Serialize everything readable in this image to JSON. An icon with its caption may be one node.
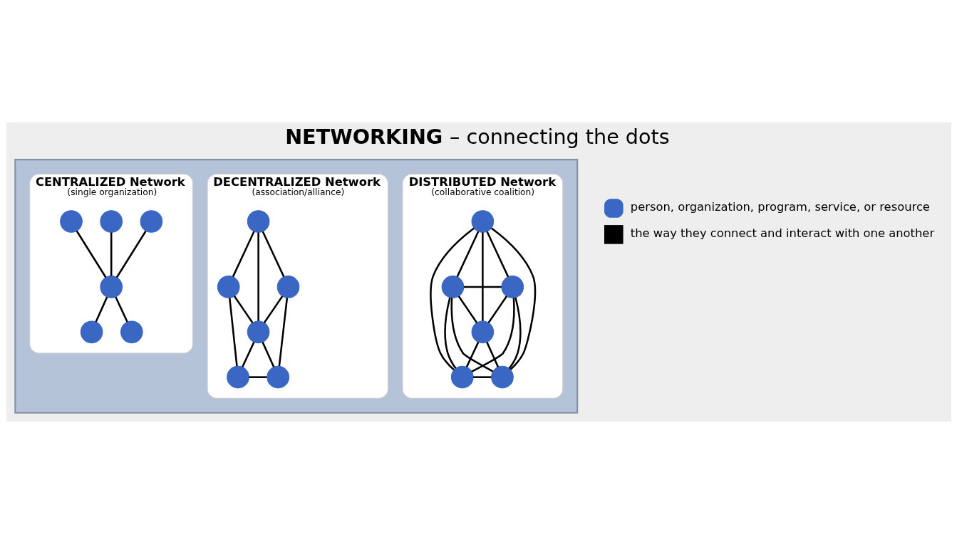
{
  "diagram": {
    "title": "**NETWORKING** – connecting the dots",
    "nodes": [
      {
        "text": [],
        "shape": "box"
      },
      {
        "text": [
          "CENTRALIZED Network",
          "(single organization)"
        ],
        "in": 0
      },
      {
        "text": [],
        "shape": "circle",
        "in": 1
      },
      {
        "text": [],
        "shape": "circle",
        "in": 1
      },
      {
        "text": [],
        "shape": "circle",
        "in": 1
      },
      {
        "text": [],
        "shape": "circle",
        "in": 1
      },
      {
        "text": [],
        "shape": "circle",
        "in": 1
      },
      {
        "text": [],
        "shape": "circle",
        "in": 1
      },
      {
        "text": [
          "DECENTRALIZED Network",
          "(association/alliance)"
        ],
        "in": 0
      },
      {
        "text": [],
        "shape": "circle",
        "in": 8
      },
      {
        "text": [],
        "shape": "circle",
        "in": 8
      },
      {
        "text": [],
        "shape": "circle",
        "in": 8
      },
      {
        "text": [],
        "shape": "circle",
        "in": 8
      },
      {
        "text": [],
        "shape": "circle",
        "in": 8
      },
      {
        "text": [],
        "shape": "circle",
        "in": 8
      },
      {
        "text": [
          "DISTRIBUTED Network",
          "(collaborative coalition)"
        ],
        "in": 0
      },
      {
        "text": [],
        "shape": "circle",
        "in": 15
      },
      {
        "text": [],
        "shape": "circle",
        "in": 15
      },
      {
        "text": [],
        "shape": "circle",
        "in": 15
      },
      {
        "text": [],
        "shape": "circle",
        "in": 15
      },
      {
        "text": [],
        "shape": "circle",
        "in": 15
      },
      {
        "text": [],
        "shape": "circle",
        "in": 15
      }
    ],
    "edges": [
      {
        "from": 2,
        "to": 5,
        "arrow": "none"
      },
      {
        "from": 3,
        "to": 5,
        "arrow": "none"
      },
      {
        "from": 4,
        "to": 5,
        "arrow": "none"
      },
      {
        "from": 5,
        "to": 6,
        "arrow": "none"
      },
      {
        "from": 5,
        "to": 7,
        "arrow": "none"
      },
      {
        "from": 9,
        "to": 11,
        "arrow": "none"
      },
      {
        "from": 9,
        "to": 10,
        "arrow": "none"
      },
      {
        "from": 9,
        "to": 12,
        "arrow": "none"
      },
      {
        "from": 11,
        "to": 12,
        "arrow": "none"
      },
      {
        "from": 10,
        "to": 12,
        "arrow": "none"
      },
      {
        "from": 11,
        "to": 14,
        "arrow": "none"
      },
      {
        "from": 12,
        "to": 14,
        "arrow": "none"
      },
      {
        "from": 12,
        "to": 13,
        "arrow": "none"
      },
      {
        "from": 14,
        "to": 13,
        "arrow": "none"
      },
      {
        "from": 10,
        "to": 13,
        "arrow": "none"
      },
      {
        "from": 16,
        "to": 17,
        "arrow": "none"
      },
      {
        "from": 16,
        "to": 18,
        "arrow": "none"
      },
      {
        "from": 16,
        "to": 19,
        "arrow": "none"
      },
      {
        "from": 16,
        "to": 20,
        "arrow": "none"
      },
      {
        "from": 16,
        "to": 21,
        "arrow": "none"
      },
      {
        "from": 17,
        "to": 18,
        "arrow": "none"
      },
      {
        "from": 17,
        "to": 19,
        "arrow": "none"
      },
      {
        "from": 17,
        "to": 20,
        "arrow": "none"
      },
      {
        "from": 17,
        "to": 21,
        "arrow": "none"
      },
      {
        "from": 18,
        "to": 19,
        "arrow": "none"
      },
      {
        "from": 18,
        "to": 20,
        "arrow": "none"
      },
      {
        "from": 18,
        "to": 21,
        "arrow": "none"
      },
      {
        "from": 19,
        "to": 20,
        "arrow": "none"
      },
      {
        "from": 19,
        "to": 21,
        "arrow": "none"
      },
      {
        "from": 20,
        "to": 21,
        "arrow": "none"
      }
    ],
    "legend": [
      {
        "text": "person, organization, program, service, or resource"
      },
      {
        "text": "the way they connect and interact with one another"
      }
    ]
  }
}
